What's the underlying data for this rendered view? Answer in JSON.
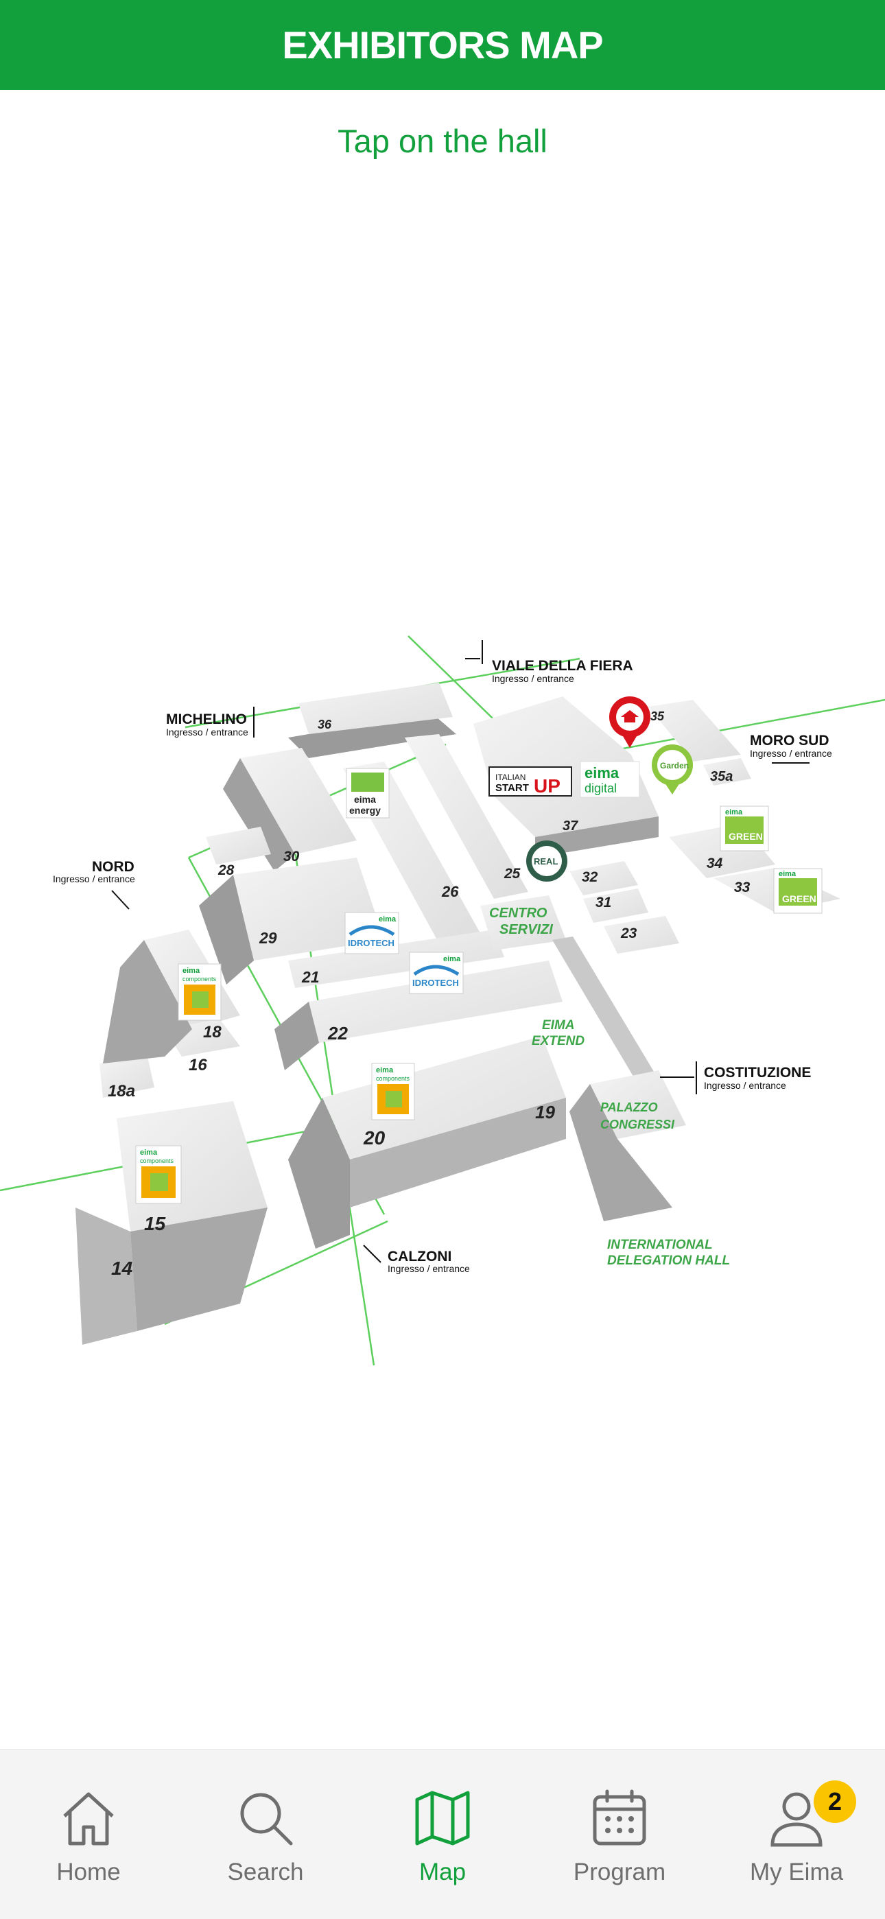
{
  "header": {
    "title": "EXHIBITORS MAP"
  },
  "instruction": "Tap on the hall",
  "map": {
    "entrances": [
      {
        "name": "VIALE DELLA FIERA",
        "sub": "Ingresso / entrance"
      },
      {
        "name": "MICHELINO",
        "sub": "Ingresso / entrance"
      },
      {
        "name": "MORO SUD",
        "sub": "Ingresso / entrance"
      },
      {
        "name": "NORD",
        "sub": "Ingresso / entrance"
      },
      {
        "name": "COSTITUZIONE",
        "sub": "Ingresso / entrance"
      },
      {
        "name": "CALZONI",
        "sub": "Ingresso / entrance"
      }
    ],
    "halls": [
      "36",
      "35",
      "35a",
      "37",
      "30",
      "28",
      "26",
      "25",
      "32",
      "31",
      "34",
      "33",
      "23",
      "29",
      "21",
      "22",
      "18",
      "16",
      "18a",
      "20",
      "19",
      "15",
      "14"
    ],
    "areas": {
      "centro_servizi_1": "CENTRO",
      "centro_servizi_2": "SERVIZI",
      "eima_extend_1": "EIMA",
      "eima_extend_2": "EXTEND",
      "palazzo_1": "PALAZZO",
      "palazzo_2": "CONGRESSI",
      "delegation_1": "INTERNATIONAL",
      "delegation_2": "DELEGATION HALL"
    },
    "logos": {
      "italian_startup_1": "ITALIAN",
      "italian_startup_2": "START",
      "italian_startup_3": "UP",
      "eima_digital_1": "eima",
      "eima_digital_2": "digital",
      "garden": "Garden",
      "eima_energy_1": "eima",
      "eima_energy_2": "energy",
      "eima_green_1": "eima",
      "eima_green_2": "GREEN",
      "eima_idrotech_1": "eima",
      "eima_idrotech_2": "IDROTECH",
      "eima_components_1": "eima",
      "eima_components_2": "components",
      "real": "REAL"
    }
  },
  "tabbar": {
    "items": [
      {
        "label": "Home",
        "icon": "home-icon"
      },
      {
        "label": "Search",
        "icon": "search-icon"
      },
      {
        "label": "Map",
        "icon": "map-icon"
      },
      {
        "label": "Program",
        "icon": "calendar-icon"
      },
      {
        "label": "My Eima",
        "icon": "user-icon",
        "badge": "2"
      }
    ],
    "active": "Map"
  },
  "colors": {
    "brand": "#11a03c",
    "badge": "#fbc400",
    "inactive": "#6e6e6e"
  }
}
